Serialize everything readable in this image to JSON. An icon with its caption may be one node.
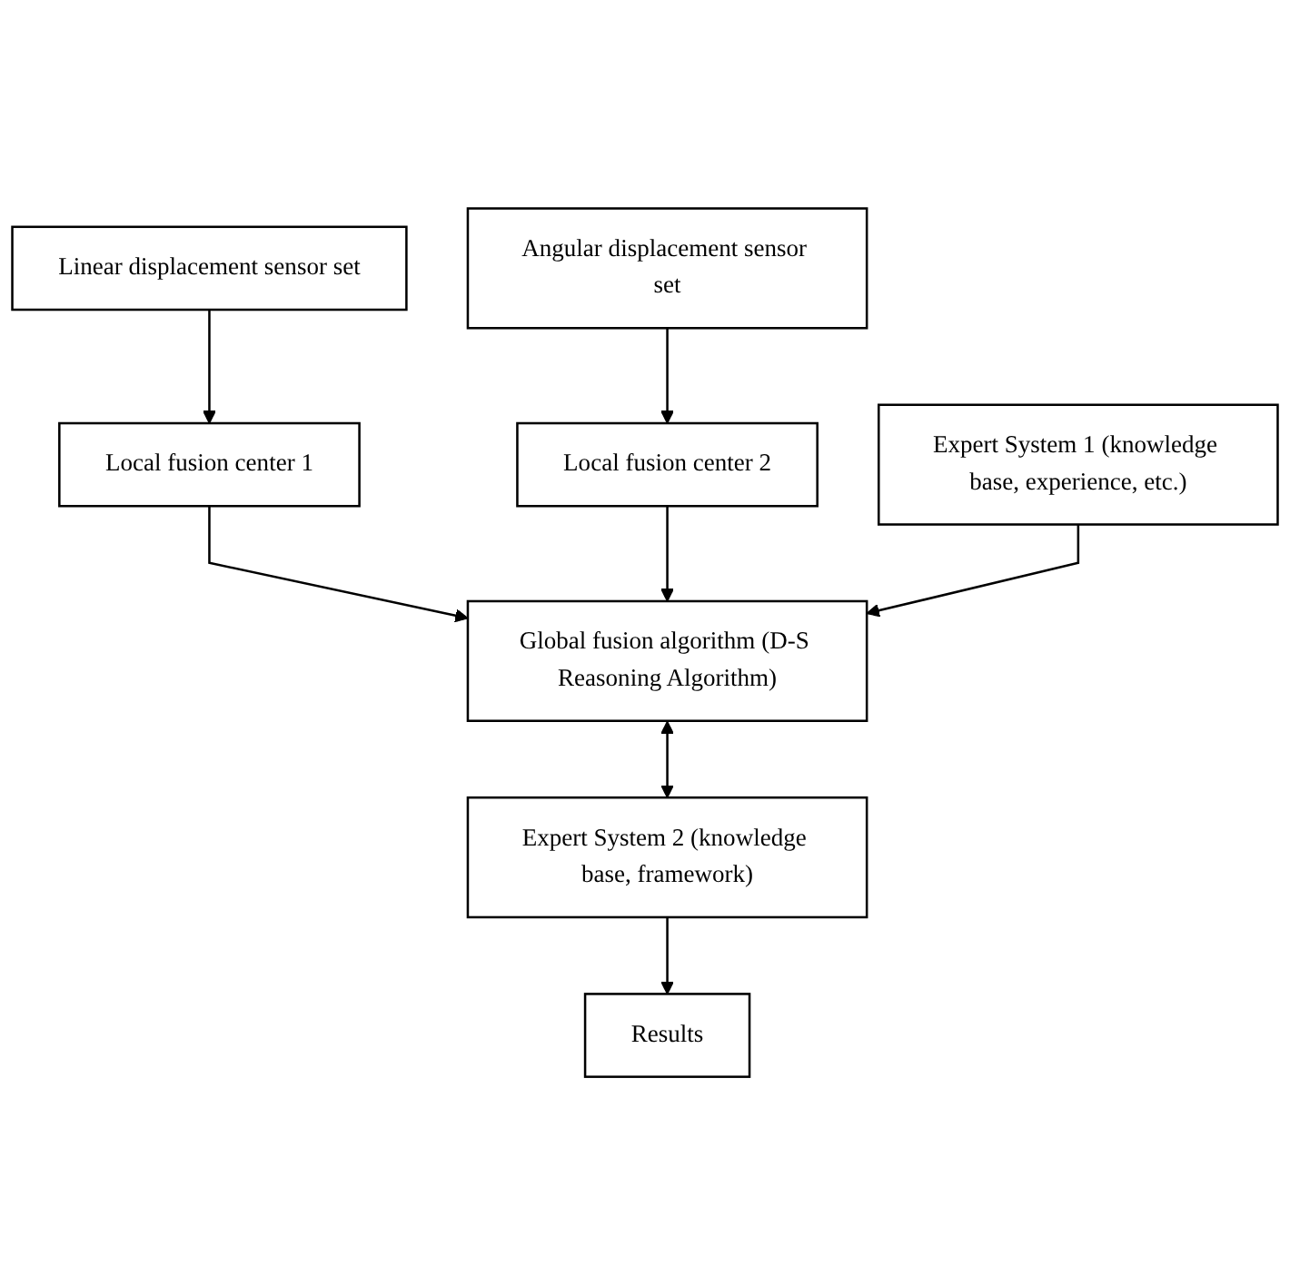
{
  "diagram": {
    "nodes": [
      {
        "text": [
          "Linear displacement sensor set"
        ]
      },
      {
        "text": [
          "Angular displacement sensor set"
        ]
      },
      {
        "text": [
          "Local fusion center 1"
        ]
      },
      {
        "text": [
          "Local fusion center 2"
        ]
      },
      {
        "text": [
          "Expert System 1 (knowledge base, experience, etc.)"
        ]
      },
      {
        "text": [
          "Global fusion algorithm (D-S Reasoning Algorithm)"
        ]
      },
      {
        "text": [
          "Expert System 2 (knowledge base, framework)"
        ]
      },
      {
        "text": [
          "Results"
        ]
      }
    ],
    "edges": [
      {
        "from": 0,
        "to": 2,
        "arrow": "to"
      },
      {
        "from": 1,
        "to": 3,
        "arrow": "to"
      },
      {
        "from": 2,
        "to": 5,
        "arrow": "to"
      },
      {
        "from": 3,
        "to": 5,
        "arrow": "to"
      },
      {
        "from": 4,
        "to": 5,
        "arrow": "to"
      },
      {
        "from": 5,
        "to": 6,
        "arrow": "both"
      },
      {
        "from": 6,
        "to": 7,
        "arrow": "to"
      }
    ]
  }
}
